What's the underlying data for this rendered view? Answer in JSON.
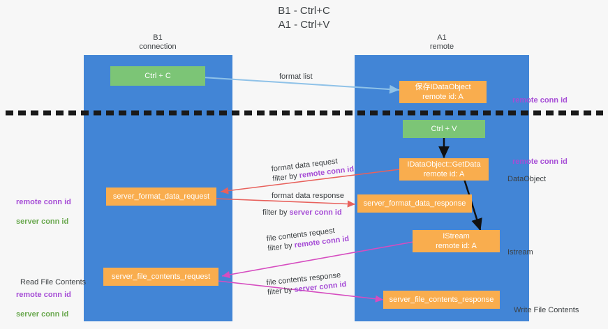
{
  "title": {
    "line1": "B1 - Ctrl+C",
    "line2": "A1 - Ctrl+V"
  },
  "columns": [
    {
      "name": "B1",
      "sub": "connection"
    },
    {
      "name": "A1",
      "sub": "remote"
    }
  ],
  "nodes": {
    "ctrl_c": "Ctrl + C",
    "save_idataobject": "保存IDataObject\nremote id: A",
    "ctrl_v": "Ctrl + V",
    "getdata": "IDataObject::GetData\nremote id: A",
    "server_format_data_request": "server_format_data_request",
    "server_format_data_response": "server_format_data_response",
    "istream": "IStream\nremote id: A",
    "server_file_contents_request": "server_file_contents_request",
    "server_file_contents_response": "server_file_contents_response"
  },
  "edges": {
    "format_list": "format list",
    "format_data_request": "format data request",
    "format_data_request_filter_prefix": "filter by ",
    "format_data_request_filter_key": "remote conn id",
    "format_data_response": "format data response",
    "format_data_response_filter_prefix": "filter by ",
    "format_data_response_filter_key": "server conn id",
    "file_contents_request": "file contents request",
    "file_contents_request_filter_prefix": "filter by ",
    "file_contents_request_filter_key": "remote conn id",
    "file_contents_response": "file contents response",
    "file_contents_response_filter_prefix": "filter by ",
    "file_contents_response_filter_key": "server conn id"
  },
  "right_labels": {
    "remote_conn_id_top": "remote conn id",
    "remote_conn_id_mid": "remote conn id",
    "dataobject": "DataObject",
    "istream": "Istream",
    "write_file_contents": "Write File Contents"
  },
  "left_labels": {
    "remote_conn_id": "remote conn id",
    "server_conn_id": "server conn id",
    "read_file_contents": "Read File Contents",
    "remote_conn_id_2": "remote conn id",
    "server_conn_id_2": "server conn id"
  },
  "colors": {
    "lane": "#4285d6",
    "node_orange": "#f9ad4e",
    "node_green": "#7cc576",
    "accent_purple": "#a64dd6",
    "accent_green": "#6aa84f",
    "arrow_red": "#e8615c",
    "arrow_magenta": "#d64dc0",
    "arrow_blue": "#8fc2e8",
    "arrow_black": "#000000",
    "divider": "#1a1a1a",
    "background": "#f7f7f7"
  }
}
